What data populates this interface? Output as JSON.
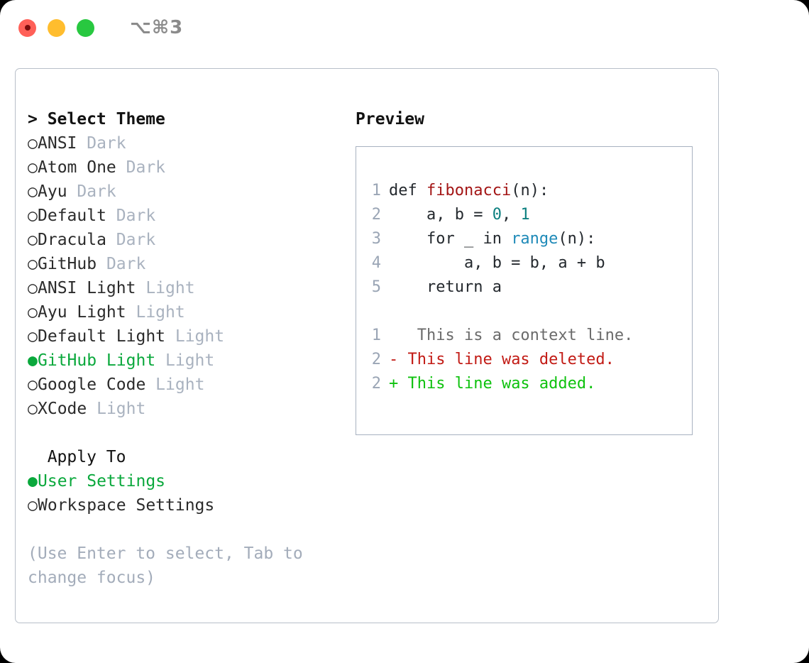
{
  "titlebar": {
    "shortcut": "⌥⌘3",
    "traffic_lights": [
      {
        "name": "close",
        "color": "#ff6058"
      },
      {
        "name": "minimize",
        "color": "#ffbd2e"
      },
      {
        "name": "maximize",
        "color": "#28c840"
      }
    ]
  },
  "theme_panel": {
    "title": "> Select Theme",
    "bullet_unselected": "○",
    "bullet_selected": "●",
    "items": [
      {
        "label": "ANSI",
        "tag": "Dark",
        "selected": false
      },
      {
        "label": "Atom One",
        "tag": "Dark",
        "selected": false
      },
      {
        "label": "Ayu",
        "tag": "Dark",
        "selected": false
      },
      {
        "label": "Default",
        "tag": "Dark",
        "selected": false
      },
      {
        "label": "Dracula",
        "tag": "Dark",
        "selected": false
      },
      {
        "label": "GitHub",
        "tag": "Dark",
        "selected": false
      },
      {
        "label": "ANSI Light",
        "tag": "Light",
        "selected": false
      },
      {
        "label": "Ayu Light",
        "tag": "Light",
        "selected": false
      },
      {
        "label": "Default Light",
        "tag": "Light",
        "selected": false
      },
      {
        "label": "GitHub Light",
        "tag": "Light",
        "selected": true
      },
      {
        "label": "Google Code",
        "tag": "Light",
        "selected": false
      },
      {
        "label": "XCode",
        "tag": "Light",
        "selected": false
      }
    ]
  },
  "apply_to": {
    "title": "Apply To",
    "items": [
      {
        "label": "User Settings",
        "selected": true
      },
      {
        "label": "Workspace Settings",
        "selected": false
      }
    ]
  },
  "hint": "(Use Enter to select, Tab to change focus)",
  "preview": {
    "title": "Preview",
    "code_lines": [
      {
        "no": "1",
        "segments": [
          {
            "text": "def ",
            "style": "plain"
          },
          {
            "text": "fibonacci",
            "style": "func"
          },
          {
            "text": "(n):",
            "style": "plain"
          }
        ]
      },
      {
        "no": "2",
        "segments": [
          {
            "text": "    a, b = ",
            "style": "plain"
          },
          {
            "text": "0",
            "style": "num"
          },
          {
            "text": ", ",
            "style": "plain"
          },
          {
            "text": "1",
            "style": "num"
          }
        ]
      },
      {
        "no": "3",
        "segments": [
          {
            "text": "    for _ in ",
            "style": "plain"
          },
          {
            "text": "range",
            "style": "call"
          },
          {
            "text": "(n):",
            "style": "plain"
          }
        ]
      },
      {
        "no": "4",
        "segments": [
          {
            "text": "        a, b = b, a + b",
            "style": "plain"
          }
        ]
      },
      {
        "no": "5",
        "segments": [
          {
            "text": "    return a",
            "style": "plain"
          }
        ]
      }
    ],
    "diff_lines": [
      {
        "no": "1",
        "marker": " ",
        "text": "  This is a context line.",
        "kind": "context"
      },
      {
        "no": "2",
        "marker": "-",
        "text": " This line was deleted.",
        "kind": "deleted"
      },
      {
        "no": "2",
        "marker": "+",
        "text": " This line was added.",
        "kind": "added"
      }
    ]
  },
  "colors": {
    "selection_green": "#0aa83c",
    "diff_add_green": "#0ec20e",
    "diff_del_red": "#c21b15",
    "syntax_function": "#a31515",
    "syntax_number": "#0d8080",
    "syntax_call": "#1f8ab8",
    "muted_gray": "#a9b2bf",
    "border": "#a8b2c0"
  }
}
